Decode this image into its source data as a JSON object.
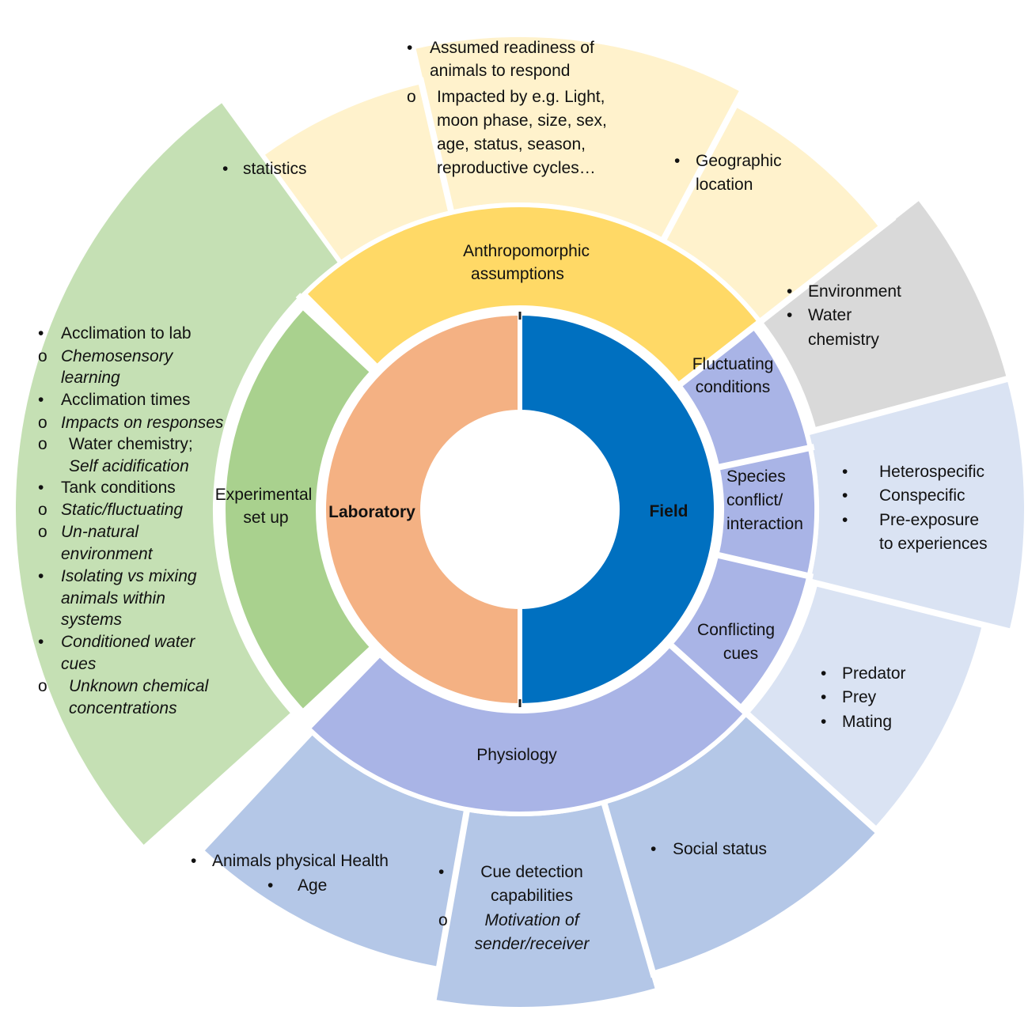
{
  "colors": {
    "lab": "#f4b183",
    "field": "#0070c0",
    "ring2_anthro": "#ffd966",
    "ring2_experimental": "#a9d18e",
    "ring2_blue": "#a9b4e6",
    "outer_yellow": "#fff2cc",
    "outer_green": "#c5e0b4",
    "outer_gray": "#d9d9d9",
    "outer_lightblue": "#dae3f3",
    "outer_blue": "#b4c7e7",
    "separator": "#ffffff"
  },
  "core": {
    "laboratory": "Laboratory",
    "field": "Field"
  },
  "middle": {
    "anthropomorphic": [
      "Anthropomorphic",
      "assumptions"
    ],
    "experimental": [
      "Experimental",
      "set up"
    ],
    "physiology": [
      "Physiology"
    ],
    "fluctuating": [
      "Fluctuating",
      "conditions"
    ],
    "species": [
      "Species",
      "conflict/",
      "interaction"
    ],
    "conflicting": [
      "Conflicting",
      "cues"
    ]
  },
  "outer": {
    "statistics": [
      {
        "m": "•",
        "t": "statistics"
      }
    ],
    "readiness": [
      {
        "m": "•",
        "t": "Assumed readiness of"
      },
      {
        "m": "",
        "t": "animals to respond"
      },
      {
        "m": "o",
        "t": "Impacted by e.g. Light,"
      },
      {
        "m": "",
        "t": "moon phase, size, sex,"
      },
      {
        "m": "",
        "t": "age, status, season,"
      },
      {
        "m": "",
        "t": "reproductive cycles…"
      }
    ],
    "geographic": [
      {
        "m": "•",
        "t": "Geographic"
      },
      {
        "m": "",
        "t": "location"
      }
    ],
    "environment": [
      {
        "m": "•",
        "t": "Environment"
      },
      {
        "m": "•",
        "t": "Water"
      },
      {
        "m": "",
        "t": "chemistry"
      }
    ],
    "species": [
      {
        "m": "•",
        "t": "Heterospecific"
      },
      {
        "m": "•",
        "t": "Conspecific"
      },
      {
        "m": "•",
        "t": "Pre-exposure"
      },
      {
        "m": "",
        "t": "to experiences"
      }
    ],
    "cues": [
      {
        "m": "•",
        "t": "Predator"
      },
      {
        "m": "•",
        "t": "Prey"
      },
      {
        "m": "•",
        "t": "Mating"
      }
    ],
    "social": [
      {
        "m": "•",
        "t": "Social status"
      }
    ],
    "cue_detection": [
      {
        "m": "•",
        "t": "Cue detection"
      },
      {
        "m": "",
        "t": "capabilities"
      },
      {
        "m": "o",
        "t": "Motivation of"
      },
      {
        "m": "",
        "t": "sender/receiver"
      }
    ],
    "health": [
      {
        "m": "•",
        "t": "Animals physical Health"
      },
      {
        "m": "•",
        "t": "Age"
      }
    ],
    "lab": [
      {
        "m": "•",
        "t": "Acclimation to lab"
      },
      {
        "m": "o",
        "t": "Chemosensory"
      },
      {
        "m": "",
        "t": "learning"
      },
      {
        "m": "•",
        "t": "Acclimation times"
      },
      {
        "m": "o",
        "t": "Impacts on responses"
      },
      {
        "m": "o",
        "t": "Water chemistry;"
      },
      {
        "m": "",
        "t": "Self acidification"
      },
      {
        "m": "•",
        "t": "Tank conditions"
      },
      {
        "m": "o",
        "t": "Static/fluctuating"
      },
      {
        "m": "o",
        "t": "Un-natural"
      },
      {
        "m": "",
        "t": "environment"
      },
      {
        "m": "•",
        "t": "Isolating vs mixing"
      },
      {
        "m": "",
        "t": "animals within"
      },
      {
        "m": "",
        "t": "systems"
      },
      {
        "m": "•",
        "t": "Conditioned water"
      },
      {
        "m": "",
        "t": "cues"
      },
      {
        "m": "o",
        "t": "Unknown chemical"
      },
      {
        "m": "",
        "t": "concentrations"
      }
    ]
  }
}
